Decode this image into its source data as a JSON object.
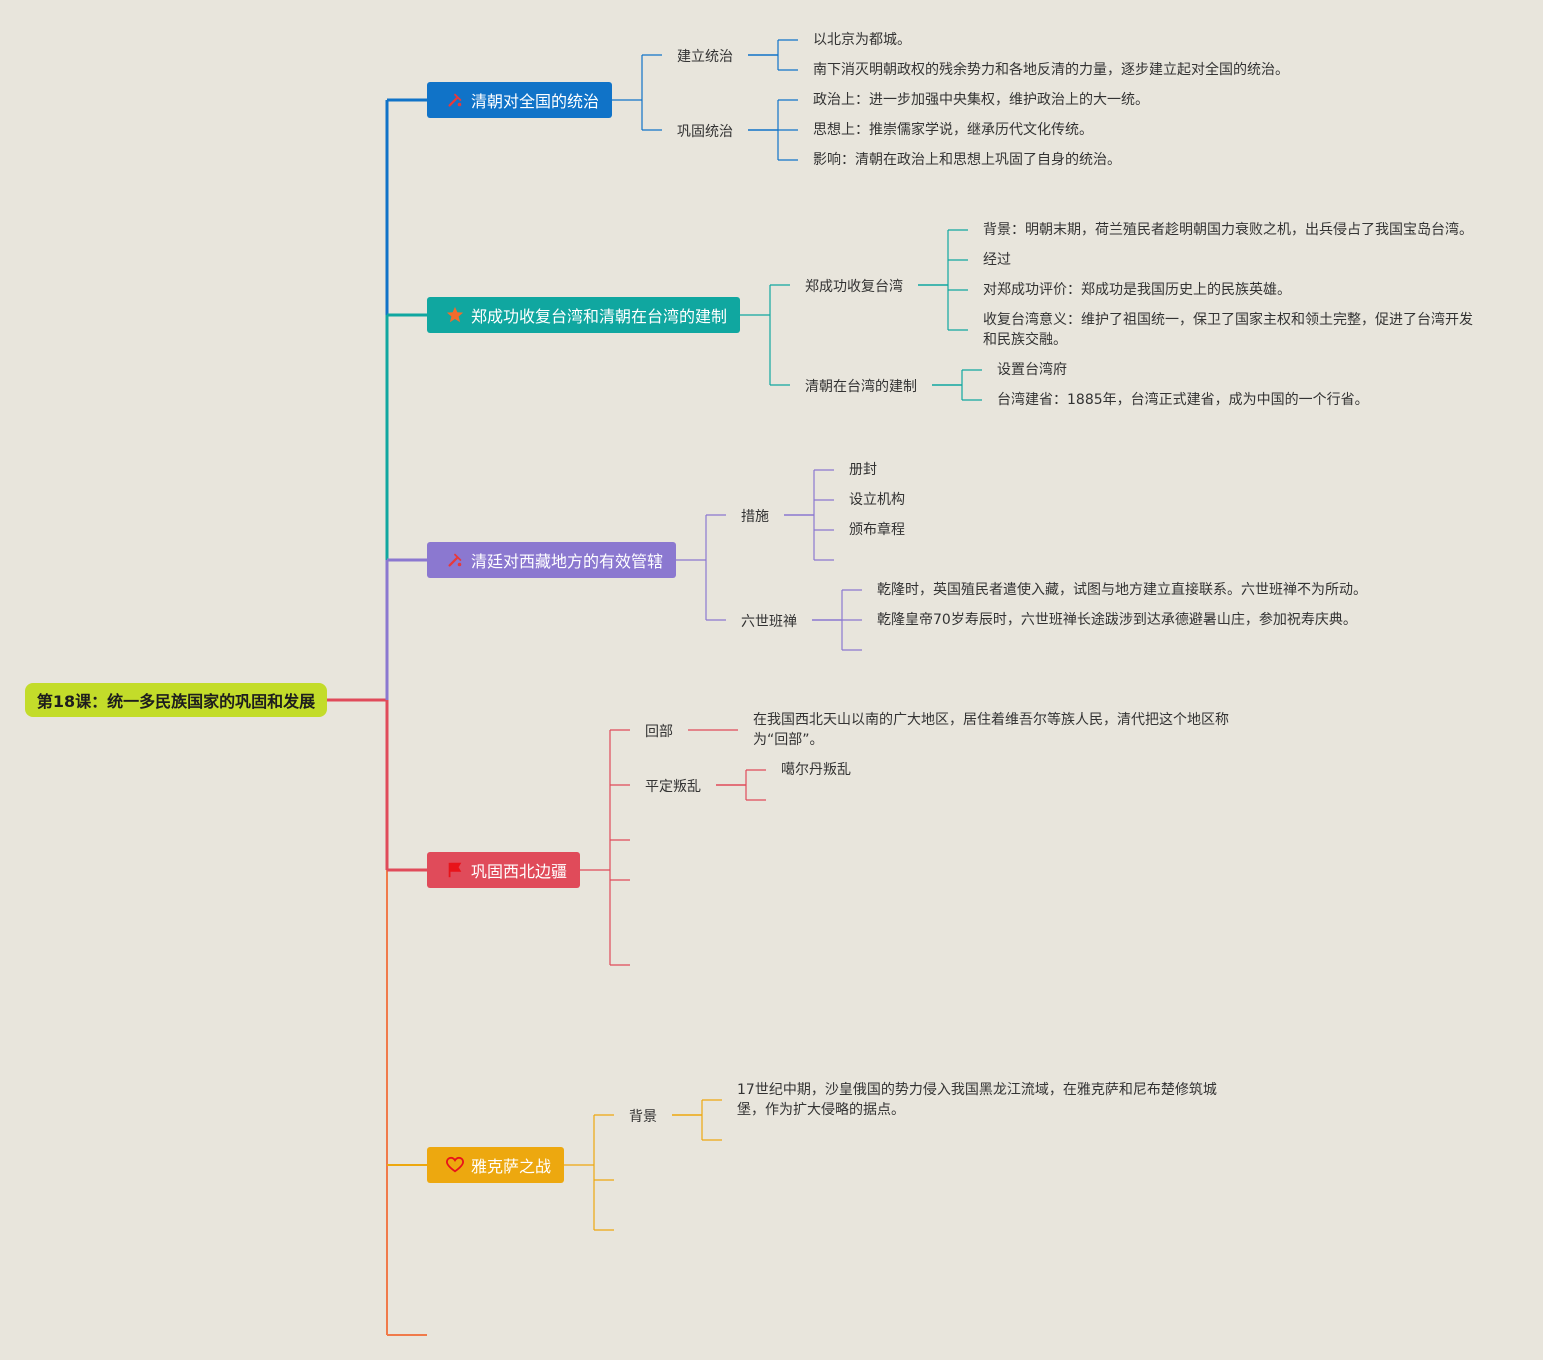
{
  "colors": {
    "background": "#e8e5dc",
    "root": "#c3dc2a",
    "branch1": "#1073c8",
    "branch2": "#10a7a0",
    "branch3": "#8b78d0",
    "branch4": "#e04b5a",
    "branch5": "#eda80f",
    "branch6_line": "#f07a4a"
  },
  "root": {
    "label": "第18课：统一多民族国家的巩固和发展"
  },
  "branches": [
    {
      "label": "清朝对全国的统治",
      "icon": "tools-icon",
      "children": [
        {
          "label": "建立统治",
          "leaves": [
            "以北京为都城。",
            "南下消灭明朝政权的残余势力和各地反清的力量，逐步建立起对全国的统治。"
          ]
        },
        {
          "label": "巩固统治",
          "leaves": [
            "政治上：进一步加强中央集权，维护政治上的大一统。",
            "思想上：推崇儒家学说，继承历代文化传统。",
            "影响：清朝在政治上和思想上巩固了自身的统治。"
          ]
        }
      ]
    },
    {
      "label": "郑成功收复台湾和清朝在台湾的建制",
      "icon": "star-icon",
      "children": [
        {
          "label": "郑成功收复台湾",
          "leaves": [
            "背景：明朝末期，荷兰殖民者趁明朝国力衰败之机，出兵侵占了我国宝岛台湾。",
            "经过",
            "对郑成功评价：郑成功是我国历史上的民族英雄。",
            "收复台湾意义：维护了祖国统一，保卫了国家主权和领土完整，促进了台湾开发和民族交融。"
          ]
        },
        {
          "label": "清朝在台湾的建制",
          "leaves": [
            "设置台湾府",
            "台湾建省：1885年，台湾正式建省，成为中国的一个行省。"
          ]
        }
      ]
    },
    {
      "label": "清廷对西藏地方的有效管辖",
      "icon": "tools-icon",
      "children": [
        {
          "label": "措施",
          "leaves": [
            "册封",
            "设立机构",
            "颁布章程"
          ]
        },
        {
          "label": "六世班禅",
          "leaves": [
            "乾隆时，英国殖民者遣使入藏，试图与地方建立直接联系。六世班禅不为所动。",
            "乾隆皇帝70岁寿辰时，六世班禅长途跋涉到达承德避暑山庄，参加祝寿庆典。"
          ]
        }
      ]
    },
    {
      "label": "巩固西北边疆",
      "icon": "flag-icon",
      "children": [
        {
          "label": "回部",
          "leaves": [
            "在我国西北天山以南的广大地区，居住着维吾尔等族人民，清代把这个地区称为“回部”。"
          ]
        },
        {
          "label": "平定叛乱",
          "leaves": [
            "噶尔丹叛乱"
          ]
        }
      ]
    },
    {
      "label": "雅克萨之战",
      "icon": "heart-icon",
      "children": [
        {
          "label": "背景",
          "leaves": [
            "17世纪中期，沙皇俄国的势力侵入我国黑龙江流域，在雅克萨和尼布楚修筑城堡，作为扩大侵略的据点。"
          ]
        }
      ]
    }
  ]
}
